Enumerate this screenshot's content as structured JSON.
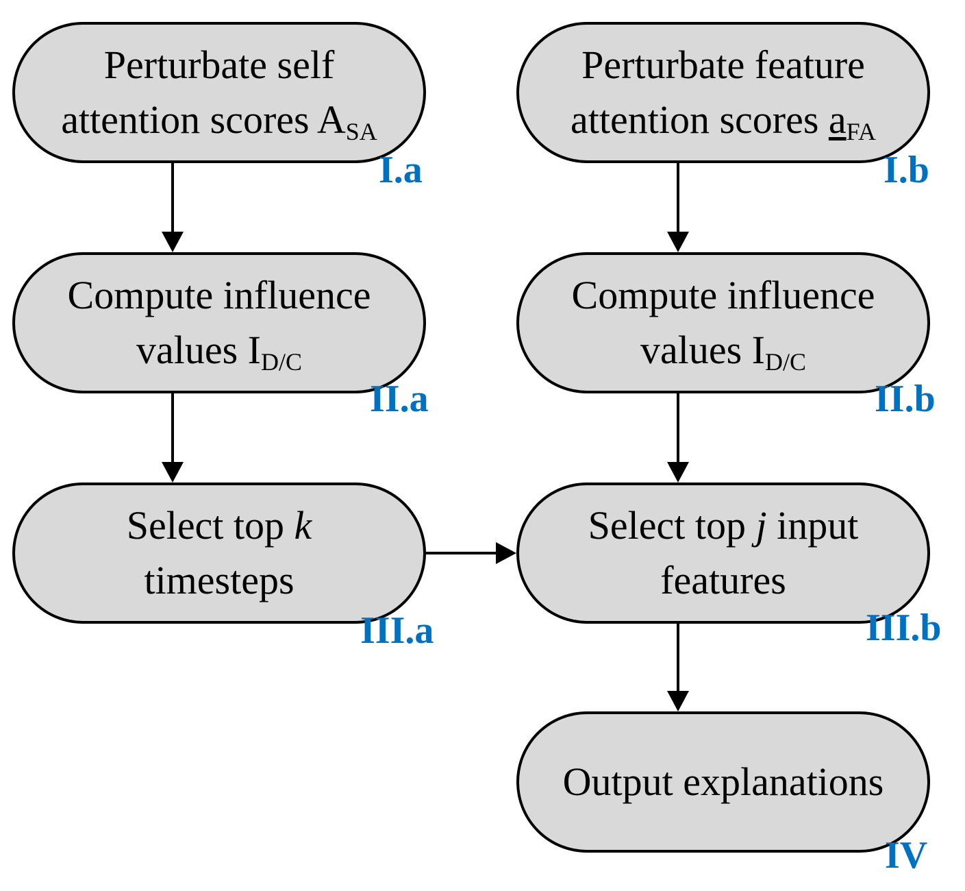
{
  "nodes": {
    "perturb_self": {
      "line1": "Perturbate self",
      "line2_text": "attention scores A",
      "line2_sub": "SA",
      "tag": "I.a"
    },
    "perturb_feature": {
      "line1": "Perturbate feature",
      "line2_text": "attention scores ",
      "line2_var": "a",
      "line2_sub": "FA",
      "tag": "I.b"
    },
    "influence_left": {
      "line1": "Compute influence",
      "line2_text": "values I",
      "line2_sub": "D/C",
      "tag": "II.a"
    },
    "influence_right": {
      "line1": "Compute influence",
      "line2_text": "values I",
      "line2_sub": "D/C",
      "tag": "II.b"
    },
    "select_timesteps": {
      "line1_text": "Select top ",
      "line1_var": "k",
      "line2": "timesteps",
      "tag": "III.a"
    },
    "select_features": {
      "line1_text": "Select top ",
      "line1_var": "j",
      "line1_rest": " input",
      "line2": "features",
      "tag": "III.b"
    },
    "output": {
      "line1": "Output explanations",
      "tag": "IV"
    }
  },
  "colors": {
    "node_fill": "#d9d9d9",
    "node_stroke": "#000000",
    "tag": "#0070c0",
    "arrow": "#000000"
  }
}
